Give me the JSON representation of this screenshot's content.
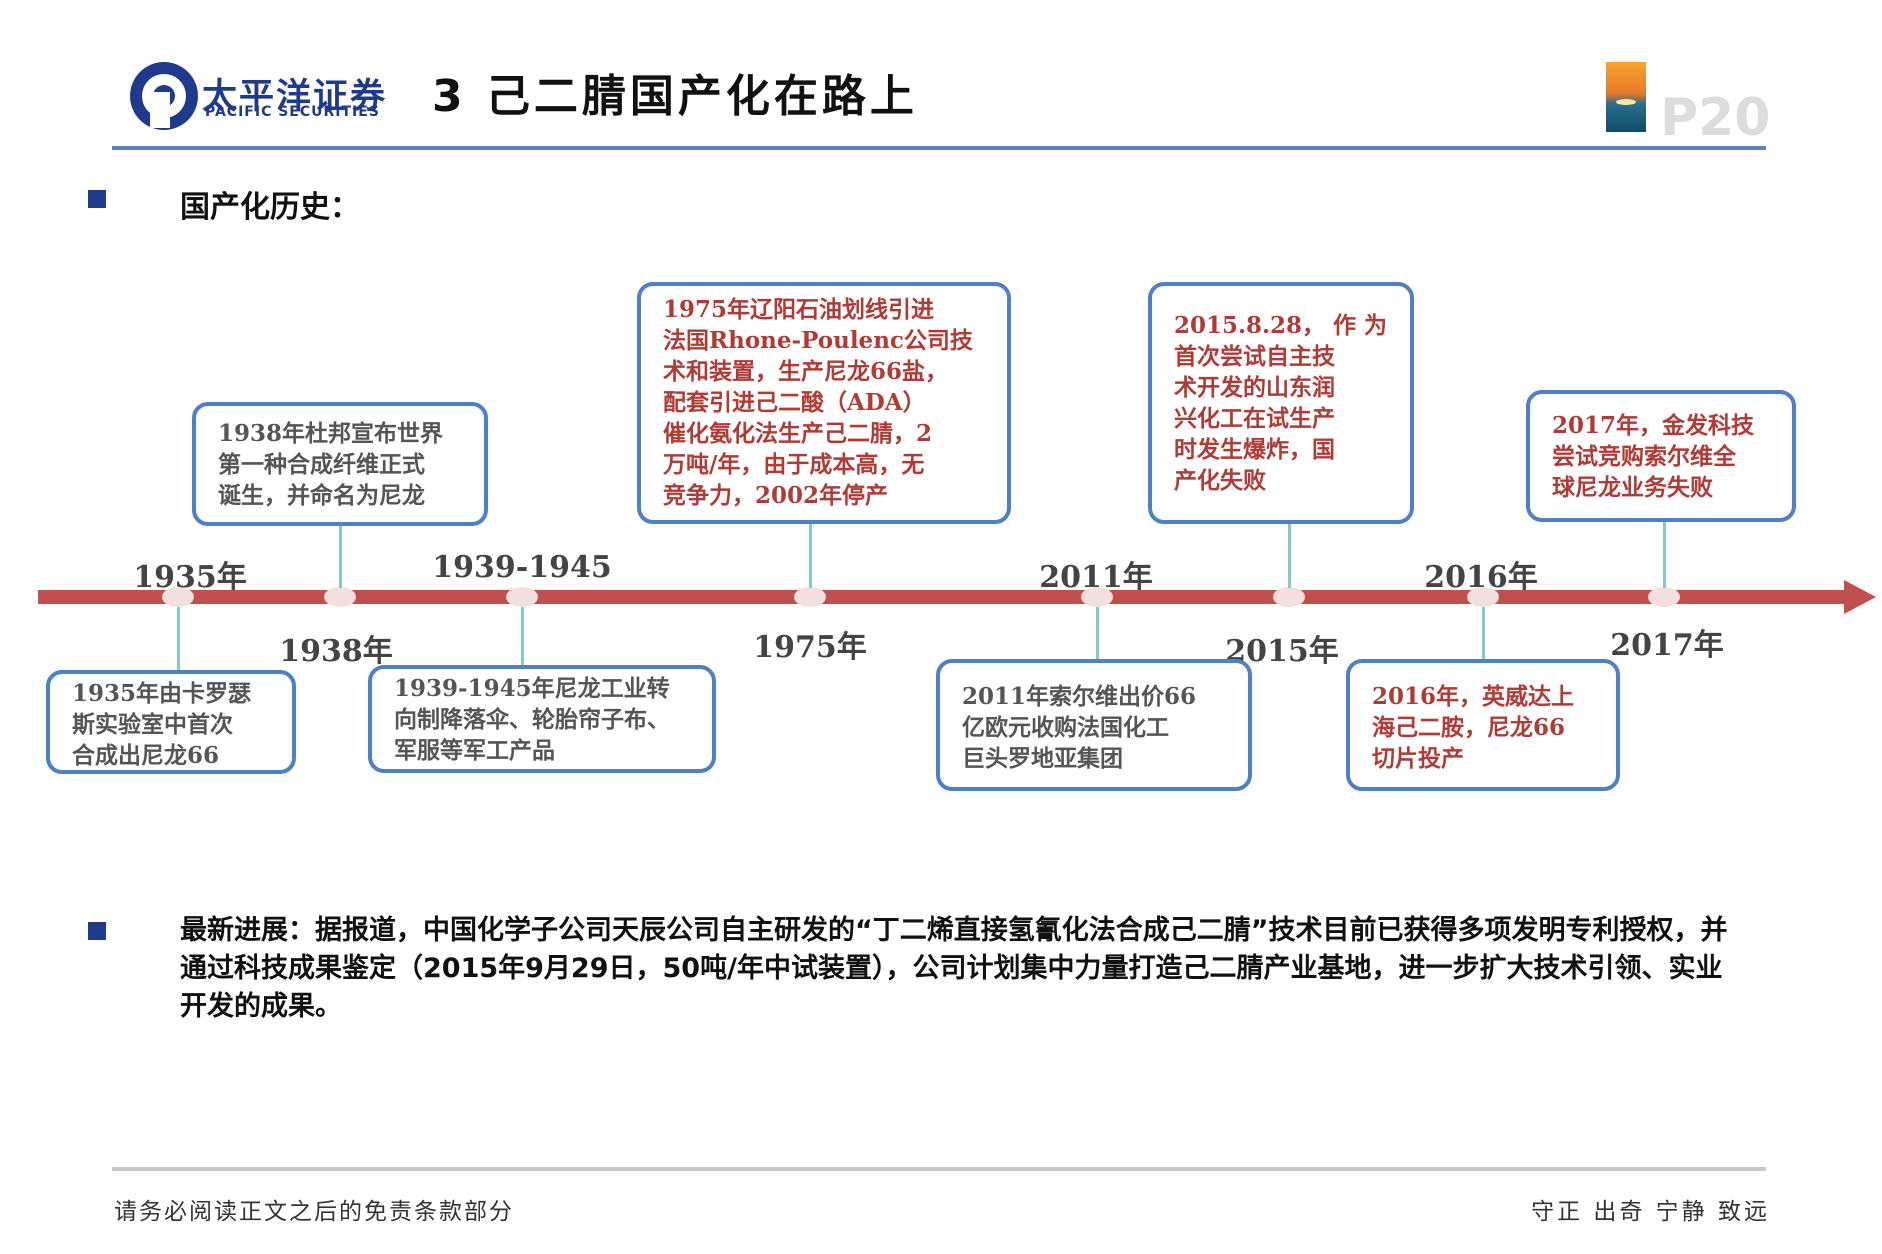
{
  "header": {
    "brand_name": "太平洋证券",
    "brand_sub": "PACIFIC SECURITIES",
    "title": "3  己二腈国产化在路上",
    "page_number": "P20"
  },
  "section": {
    "label": "国产化历史："
  },
  "timeline": {
    "years_above": {
      "y1935": "1935年",
      "y1939": "1939-1945",
      "y2011": "2011年",
      "y2016": "2016年"
    },
    "years_below": {
      "y1938": "1938年",
      "y1975": "1975年",
      "y2015": "2015年",
      "y2017": "2017年"
    },
    "events": {
      "e1935": "1935年由卡罗瑟\n斯实验室中首次\n合成出尼龙66",
      "e1938": "1938年杜邦宣布世界\n第一种合成纤维正式\n诞生，并命名为尼龙",
      "e1939": "1939-1945年尼龙工业转\n向制降落伞、轮胎帘子布、\n军服等军工产品",
      "e1975": "1975年辽阳石油划线引进\n法国Rhone-Poulenc公司技\n术和装置，生产尼龙66盐，\n配套引进己二酸（ADA）\n催化氨化法生产己二腈，2\n万吨/年，由于成本高，无\n竞争力，2002年停产",
      "e2011": "2011年索尔维出价66\n亿欧元收购法国化工\n巨头罗地亚集团",
      "e2015": "2015.8.28，  作 为\n首次尝试自主技\n术开发的山东润\n兴化工在试生产\n时发生爆炸，国\n产化失败",
      "e2016": "2016年，英威达上\n海己二胺，尼龙66\n切片投产",
      "e2017": "2017年，金发科技\n尝试竞购索尔维全\n球尼龙业务失败"
    }
  },
  "news": {
    "text": "最新进展：据报道，中国化学子公司天辰公司自主研发的“丁二烯直接氢氰化法合成己二腈”技术目前已获得多项发明专利授权，并通过科技成果鉴定（2015年9月29日，50吨/年中试装置），公司计划集中力量打造己二腈产业基地，进一步扩大技术引领、实业开发的成果。"
  },
  "footer": {
    "disclaimer": "请务必阅读正文之后的免责条款部分",
    "motto": "守正  出奇  宁静  致远"
  },
  "colors": {
    "brand_blue": "#1f3a8a",
    "brand_red": "#d6262c",
    "timeline_bar": "#c0504d",
    "box_border": "#4f7fc4",
    "connector": "#86c7d6",
    "event_red_text": "#b03a35"
  }
}
